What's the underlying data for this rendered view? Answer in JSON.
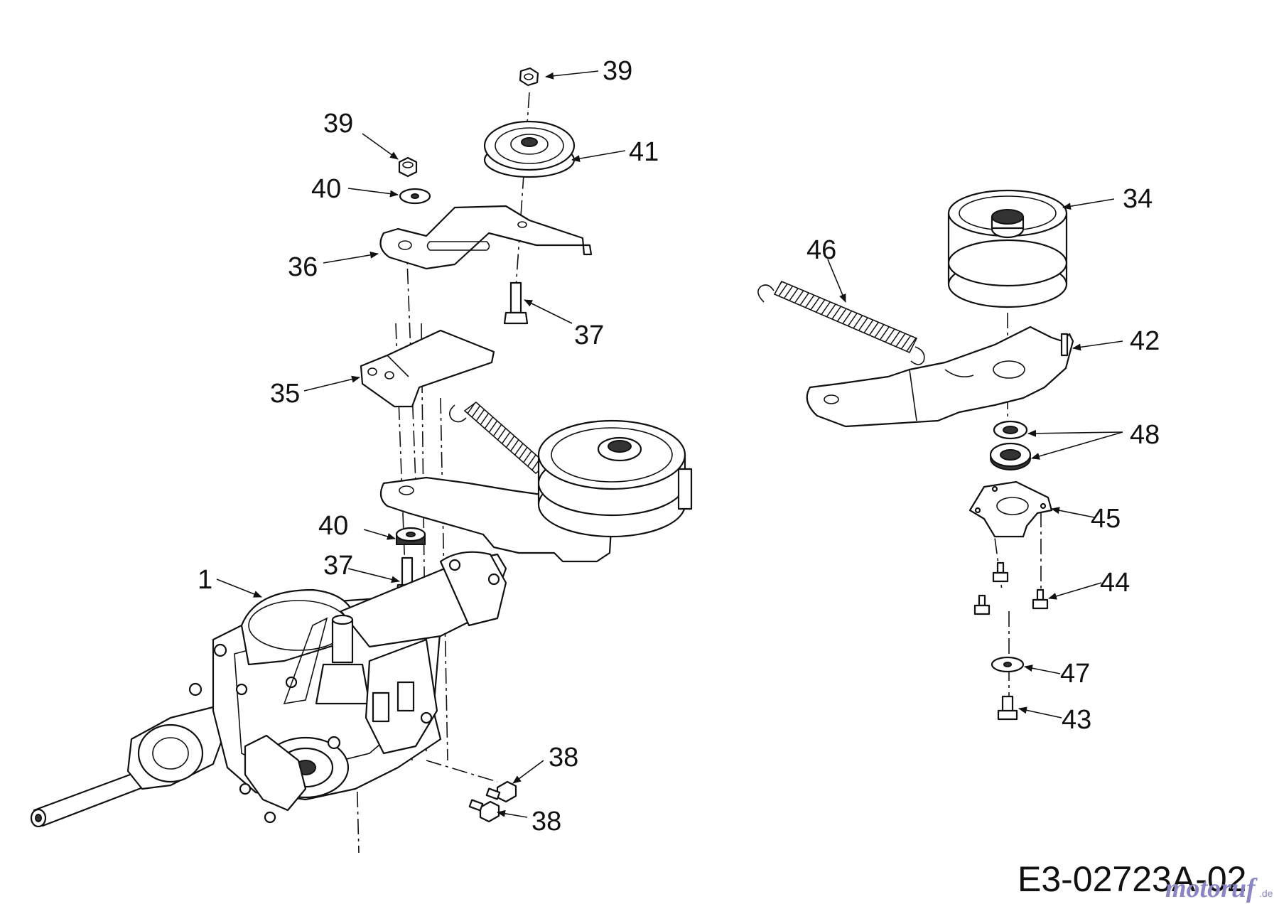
{
  "drawing_code": "E3-02723A-02",
  "watermark": {
    "brand": "motoruf",
    "suffix": ".de"
  },
  "callouts": [
    "39",
    "39",
    "41",
    "40",
    "36",
    "37",
    "35",
    "40",
    "37",
    "1",
    "38",
    "38",
    "34",
    "46",
    "42",
    "48",
    "45",
    "44",
    "47",
    "43"
  ]
}
